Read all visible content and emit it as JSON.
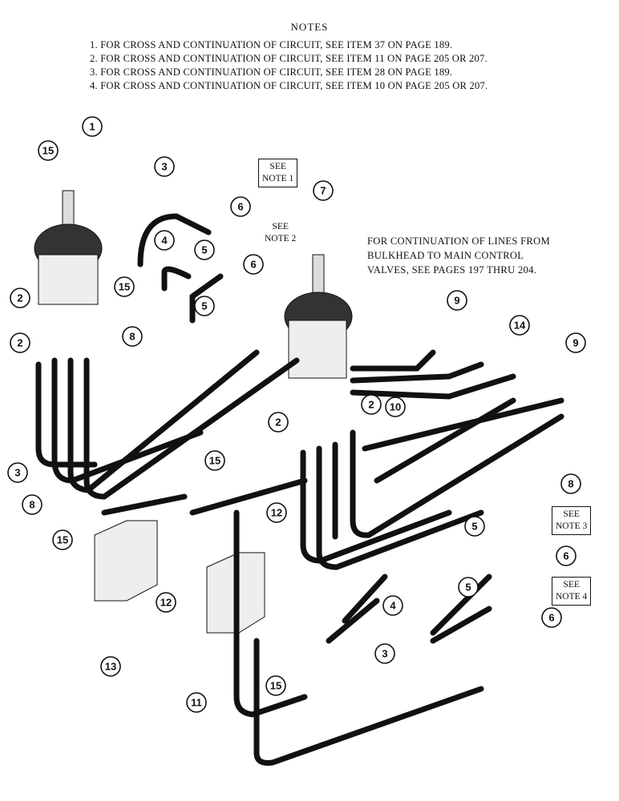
{
  "notes": {
    "title": "NOTES",
    "items": [
      "1.  FOR CROSS AND CONTINUATION OF CIRCUIT, SEE ITEM 37 ON PAGE 189.",
      "2.  FOR CROSS AND CONTINUATION OF CIRCUIT, SEE ITEM 11 ON PAGE 205  OR  207.",
      "3.  FOR CROSS AND CONTINUATION OF CIRCUIT, SEE ITEM 28 ON PAGE 189.",
      "4.  FOR CROSS AND CONTINUATION OF CIRCUIT, SEE ITEM 10 ON PAGE 205  OR  207."
    ]
  },
  "continuation_note": [
    "FOR CONTINUATION OF LINES FROM",
    "BULKHEAD TO MAIN CONTROL",
    "VALVES, SEE PAGES 197 THRU 204."
  ],
  "see_notes": {
    "note1": [
      "SEE",
      "NOTE 1"
    ],
    "note2": [
      "SEE",
      "NOTE 2"
    ],
    "note3": [
      "SEE",
      "NOTE 3"
    ],
    "note4": [
      "SEE",
      "NOTE 4"
    ]
  },
  "callouts": [
    "1",
    "15",
    "3",
    "6",
    "5",
    "4",
    "6",
    "5",
    "7",
    "15",
    "2",
    "2",
    "8",
    "9",
    "14",
    "9",
    "2",
    "10",
    "2",
    "3",
    "8",
    "15",
    "12",
    "15",
    "8",
    "5",
    "6",
    "5",
    "6",
    "12",
    "4",
    "13",
    "11",
    "3",
    "15"
  ]
}
